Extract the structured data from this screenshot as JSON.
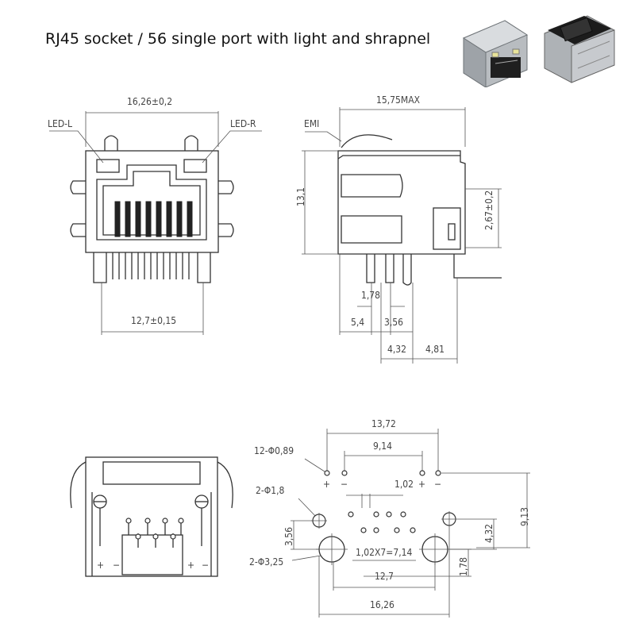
{
  "title": "RJ45 socket / 56 single port with light and shrapnel",
  "front_view": {
    "width_dim": "16,26±0,2",
    "led_left": "LED-L",
    "led_right": "LED-R",
    "pin_span_dim": "12,7±0,15"
  },
  "side_view": {
    "depth_dim": "15,75MAX",
    "emi_label": "EMI",
    "height_dim": "13,1",
    "side_dim": "2,67±0,2",
    "dim_178": "1,78",
    "dim_54": "5,4",
    "dim_356": "3,56",
    "dim_432": "4,32",
    "dim_481": "4,81"
  },
  "bottom_view": {
    "led_plus_1": "+",
    "led_minus_1": "−",
    "led_plus_2": "+",
    "led_minus_2": "−"
  },
  "footprint": {
    "dim_1372": "13,72",
    "dim_914": "9,14",
    "holes_12": "12-Φ0,89",
    "dim_102": "1,02",
    "holes_2_18": "2-Φ1,8",
    "dim_913": "9,13",
    "dim_356": "3,56",
    "dim_432": "4,32",
    "pitch_label": "1,02X7=7,14",
    "holes_2_325": "2-Φ3,25",
    "dim_178": "1,78",
    "dim_127": "12,7",
    "dim_1626": "16,26",
    "plus_l": "+",
    "minus_l": "−",
    "plus_r": "+",
    "minus_r": "−"
  },
  "icons": [
    "rj45-photo-front",
    "rj45-photo-back"
  ]
}
